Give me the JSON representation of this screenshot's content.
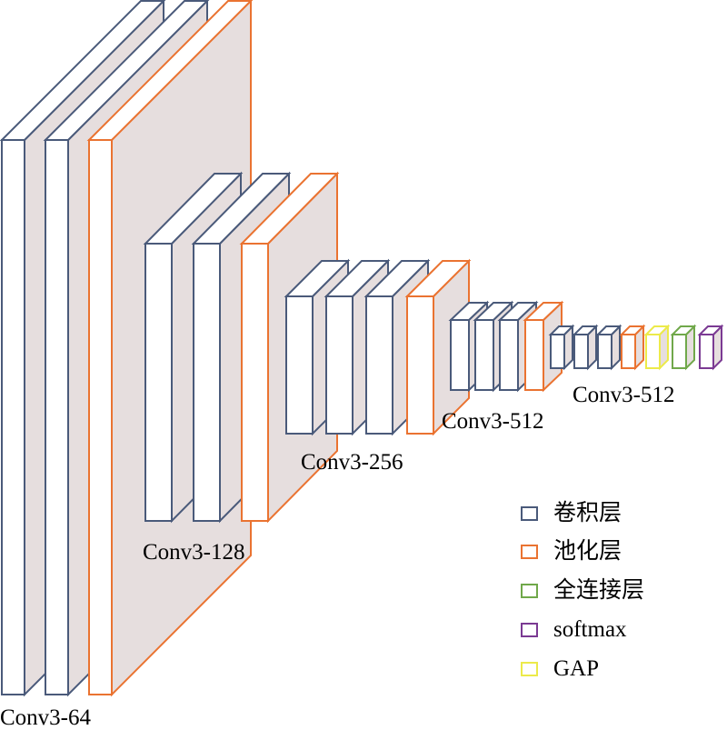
{
  "colors": {
    "conv": "#4a5a7a",
    "pool": "#ea7331",
    "fc": "#70a84a",
    "softmax": "#7b3a93",
    "gap": "#ecea4a",
    "face": "#ffffff",
    "side": "#e6dede"
  },
  "stages": [
    {
      "label": "Conv3-64",
      "blocks": [
        "conv",
        "conv",
        "pool"
      ]
    },
    {
      "label": "Conv3-128",
      "blocks": [
        "conv",
        "conv",
        "pool"
      ]
    },
    {
      "label": "Conv3-256",
      "blocks": [
        "conv",
        "conv",
        "conv",
        "pool"
      ]
    },
    {
      "label": "Conv3-512",
      "blocks": [
        "conv",
        "conv",
        "conv",
        "pool"
      ]
    },
    {
      "label": "Conv3-512",
      "blocks": [
        "conv",
        "conv",
        "conv",
        "pool",
        "gap",
        "fc",
        "softmax"
      ]
    }
  ],
  "legend": [
    {
      "type": "conv",
      "label": "卷积层"
    },
    {
      "type": "pool",
      "label": "池化层"
    },
    {
      "type": "fc",
      "label": "全连接层"
    },
    {
      "type": "softmax",
      "label": "softmax"
    },
    {
      "type": "gap",
      "label": "GAP"
    }
  ]
}
